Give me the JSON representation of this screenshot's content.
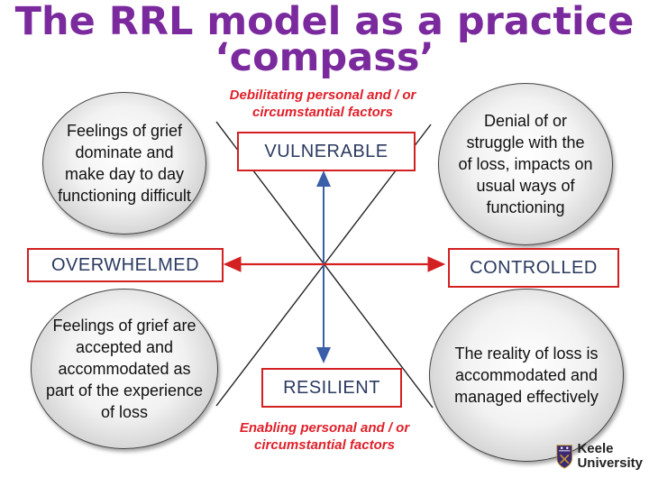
{
  "title": {
    "line1": "The RRL model as a practice",
    "line2": "‘compass’"
  },
  "quadrants": {
    "top_left": "Feelings of grief dominate and make day to day functioning difficult",
    "top_right": "Denial of or struggle with the of loss, impacts on usual ways of functioning",
    "bottom_left": "Feelings of grief are accepted and accommodated as part of the experience of loss",
    "bottom_right": "The reality of loss is accommodated and managed effectively"
  },
  "poles": {
    "north": "VULNERABLE",
    "south": "RESILIENT",
    "west": "OVERWHELMED",
    "east": "CONTROLLED"
  },
  "factors": {
    "debilitating_line1": "Debilitating personal and / or",
    "debilitating_line2": "circumstantial factors",
    "enabling_line1": "Enabling personal and / or",
    "enabling_line2": "circumstantial factors"
  },
  "logo": {
    "line1": "Keele",
    "line2": "University"
  },
  "colors": {
    "title": "#7b2a9e",
    "horizontal_axis": "#d32020",
    "vertical_axis": "#3a5fa8",
    "factor_text": "#e0202a"
  }
}
